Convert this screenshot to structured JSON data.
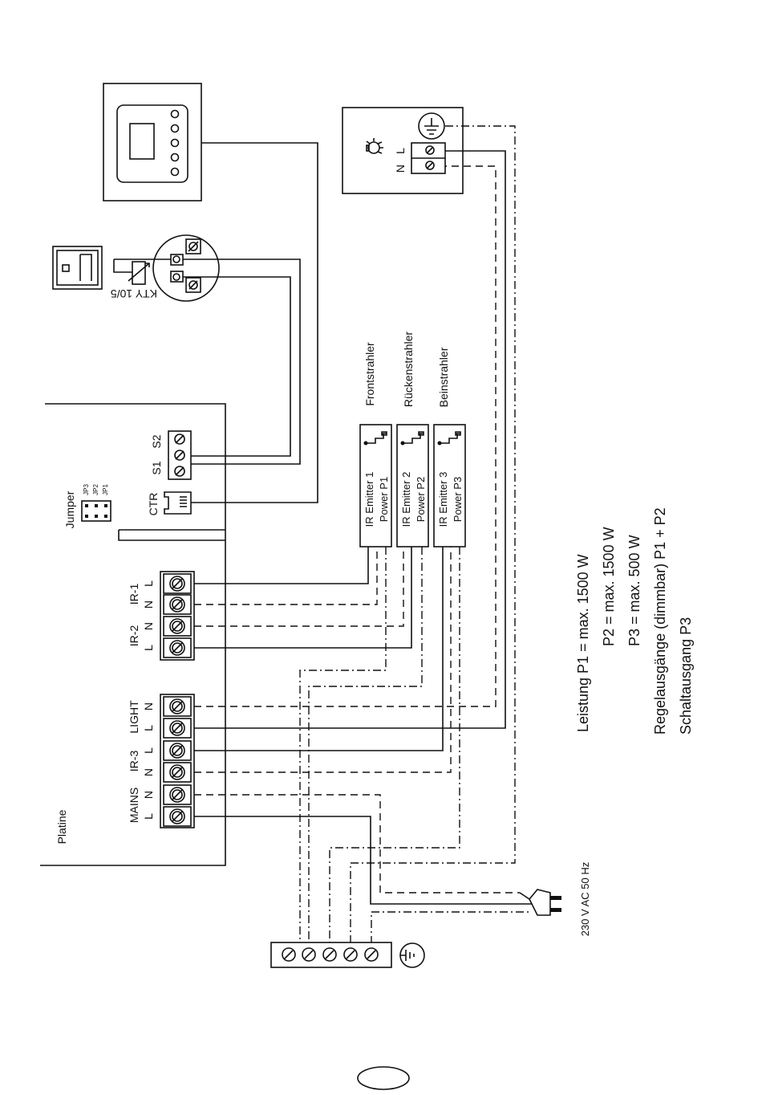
{
  "labels": {
    "platine": "Platine",
    "jumper": "Jumper",
    "jp3": "JP3",
    "jp2": "JP2",
    "jp1": "JP1",
    "ctr": "CTR",
    "s1": "S1",
    "s2": "S2",
    "kty": "KTY 10/5",
    "ir1": "IR-1",
    "ir2": "IR-2",
    "ir3": "IR-3",
    "light": "LIGHT",
    "mains": "MAINS",
    "L": "L",
    "N": "N",
    "frontstrahler": "Frontstrahler",
    "rueckenstrahler": "Rückenstrahler",
    "beinstrahler": "Beinstrahler",
    "emitter1": "IR Emitter 1",
    "power1": "Power P1",
    "emitter2": "IR Emitter 2",
    "power2": "Power P2",
    "emitter3": "IR Emitter 3",
    "power3": "Power P3",
    "lamp_n": "N",
    "lamp_l": "L",
    "supply": "230 V AC 50 Hz"
  },
  "notes": {
    "line1": "Leistung  P1 = max. 1500 W",
    "line2": "P2 = max. 1500 W",
    "line3": "P3 = max. 500 W",
    "line4": "Regelausgänge (dimmbar) P1 + P2",
    "line5": "Schaltausgang P3"
  }
}
